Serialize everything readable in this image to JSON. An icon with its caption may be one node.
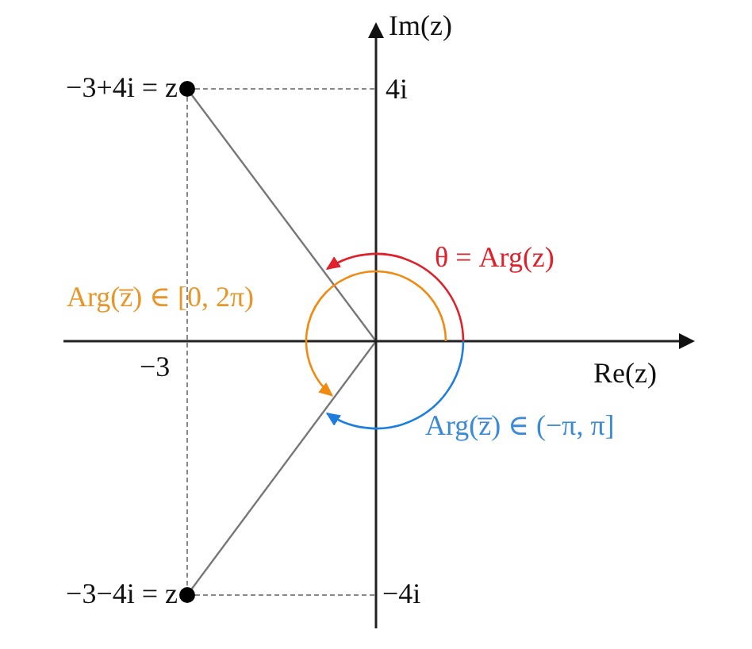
{
  "diagram": {
    "labels": [
      "−3+4i = z",
      "Im(z)",
      "4i",
      "θ = Arg(z)",
      "Arg(z̅) ∈ [0, 2π)",
      "−3",
      "Re(z)",
      "Arg(z̅) ∈ (−π, π]",
      "−3−4i = z",
      "−4i"
    ]
  }
}
